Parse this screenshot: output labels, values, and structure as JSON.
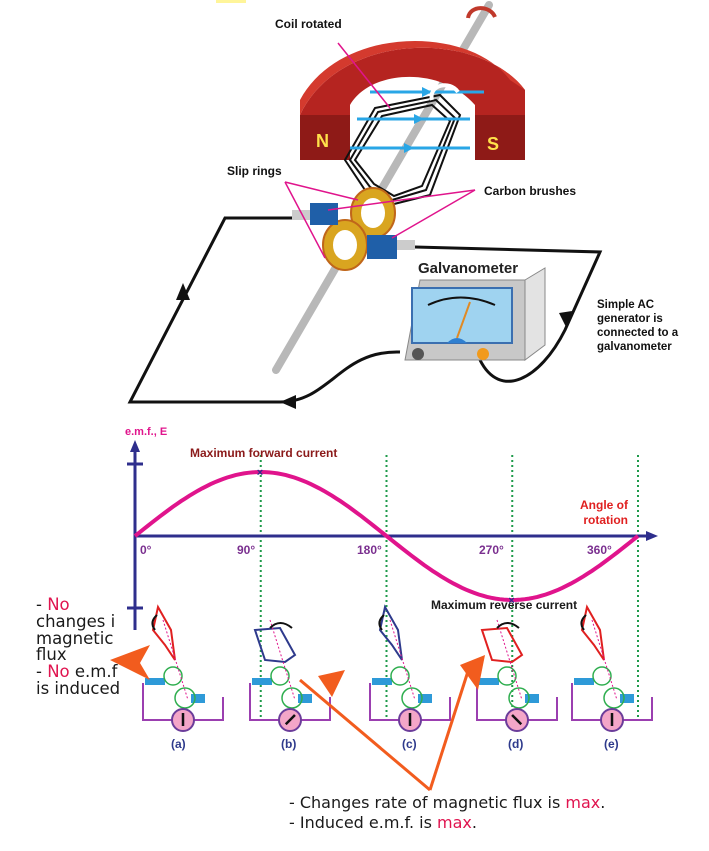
{
  "generator": {
    "labels": {
      "coil": "Coil rotated",
      "slip_rings": "Slip rings",
      "carbon_brushes": "Carbon brushes",
      "galvanometer": "Galvanometer",
      "description": [
        "Simple AC",
        "generator is",
        "connected to a",
        "galvanometer"
      ]
    },
    "magnet_poles": {
      "north": "N",
      "south": "S"
    },
    "colors": {
      "magnet": "#b52420",
      "field_lines": "#29a6e6",
      "slip_ring": "#d9a520",
      "brush": "#1f5fa8",
      "pointer": "#cc3333"
    }
  },
  "chart_data": {
    "type": "line",
    "title": "",
    "ylabel": "e.m.f., E",
    "xlabel": "Angle of rotation",
    "x_ticks": [
      "0°",
      "90°",
      "180°",
      "270°",
      "360°"
    ],
    "x": [
      0,
      45,
      90,
      135,
      180,
      225,
      270,
      315,
      360
    ],
    "series": [
      {
        "name": "e.m.f.",
        "values": [
          0,
          0.707,
          1,
          0.707,
          0,
          -0.707,
          -1,
          -0.707,
          0
        ]
      }
    ],
    "xlim": [
      0,
      360
    ],
    "ylim": [
      -1,
      1
    ],
    "annotations": {
      "max_forward": "Maximum forward current",
      "max_reverse": "Maximum reverse current",
      "x_axis_label": [
        "Angle of",
        "rotation"
      ]
    },
    "grid": "dotted verticals at 90°, 180°, 270°, 360°",
    "colors": {
      "curve": "#e0148c",
      "axis": "#2e2e8c",
      "guides": "#1e9a4a",
      "ylabel": "#e0148c",
      "max_forward": "#8b1a1a"
    }
  },
  "panels": [
    "(a)",
    "(b)",
    "(c)",
    "(d)",
    "(e)"
  ],
  "notes": {
    "left": [
      {
        "prefix": "- ",
        "highlight": "No",
        "rest": ""
      },
      {
        "prefix": "changes i",
        "highlight": "",
        "rest": ""
      },
      {
        "prefix": "magnetic",
        "highlight": "",
        "rest": ""
      },
      {
        "prefix": "flux",
        "highlight": "",
        "rest": ""
      },
      {
        "prefix": "- ",
        "highlight": "No",
        "rest": " e.m.f"
      },
      {
        "prefix": "is induced",
        "highlight": "",
        "rest": ""
      }
    ],
    "bottom": [
      {
        "prefix": "- Changes rate of magnetic flux is ",
        "highlight": "max",
        "rest": "."
      },
      {
        "prefix": "- Induced e.m.f. is ",
        "highlight": "max",
        "rest": "."
      }
    ]
  }
}
